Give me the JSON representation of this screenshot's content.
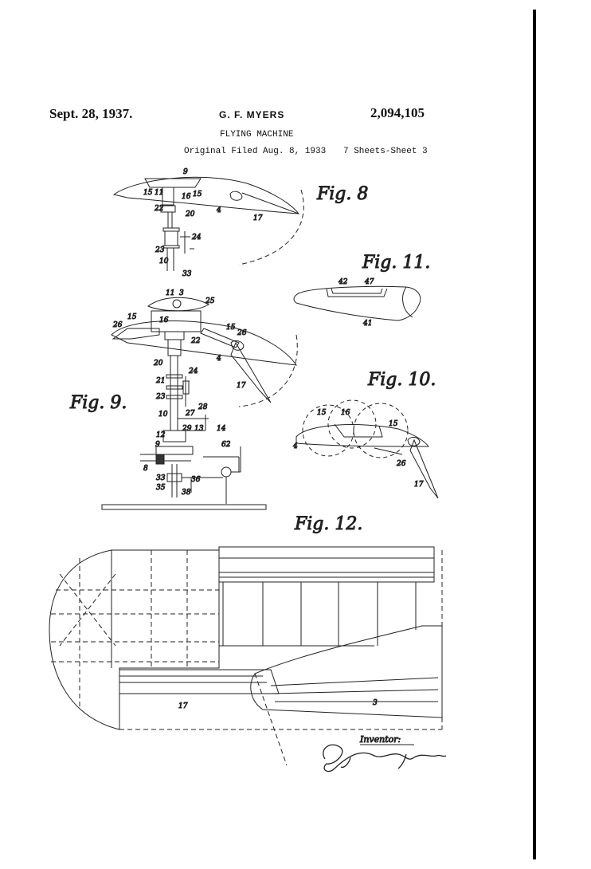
{
  "header": {
    "date": "Sept. 28, 1937.",
    "inventor": "G. F. MYERS",
    "patent_number": "2,094,105",
    "title": "FLYING MACHINE",
    "filed": "Original Filed Aug. 8, 1933",
    "sheets": "7 Sheets-Sheet 3"
  },
  "figures": {
    "fig8": "Fig. 8",
    "fig9": "Fig. 9.",
    "fig10": "Fig. 10.",
    "fig11": "Fig. 11.",
    "fig12": "Fig. 12."
  },
  "reference_numerals": {
    "fig8": [
      "9",
      "15",
      "11",
      "16",
      "15",
      "22",
      "20",
      "4",
      "17",
      "24",
      "23",
      "10",
      "33"
    ],
    "fig9": [
      "11",
      "3",
      "25",
      "15",
      "26",
      "16",
      "15",
      "26",
      "22",
      "4",
      "20",
      "24",
      "21",
      "17",
      "23",
      "28",
      "27",
      "10",
      "29",
      "13",
      "14",
      "12",
      "62",
      "9",
      "8",
      "33",
      "36",
      "35",
      "38"
    ],
    "fig10": [
      "15",
      "16",
      "15",
      "4",
      "26",
      "17"
    ],
    "fig11": [
      "42",
      "47",
      "41"
    ],
    "fig12": [
      "17",
      "3"
    ]
  },
  "signature": {
    "caption": "Inventor:",
    "name": "George Francis Myers"
  }
}
